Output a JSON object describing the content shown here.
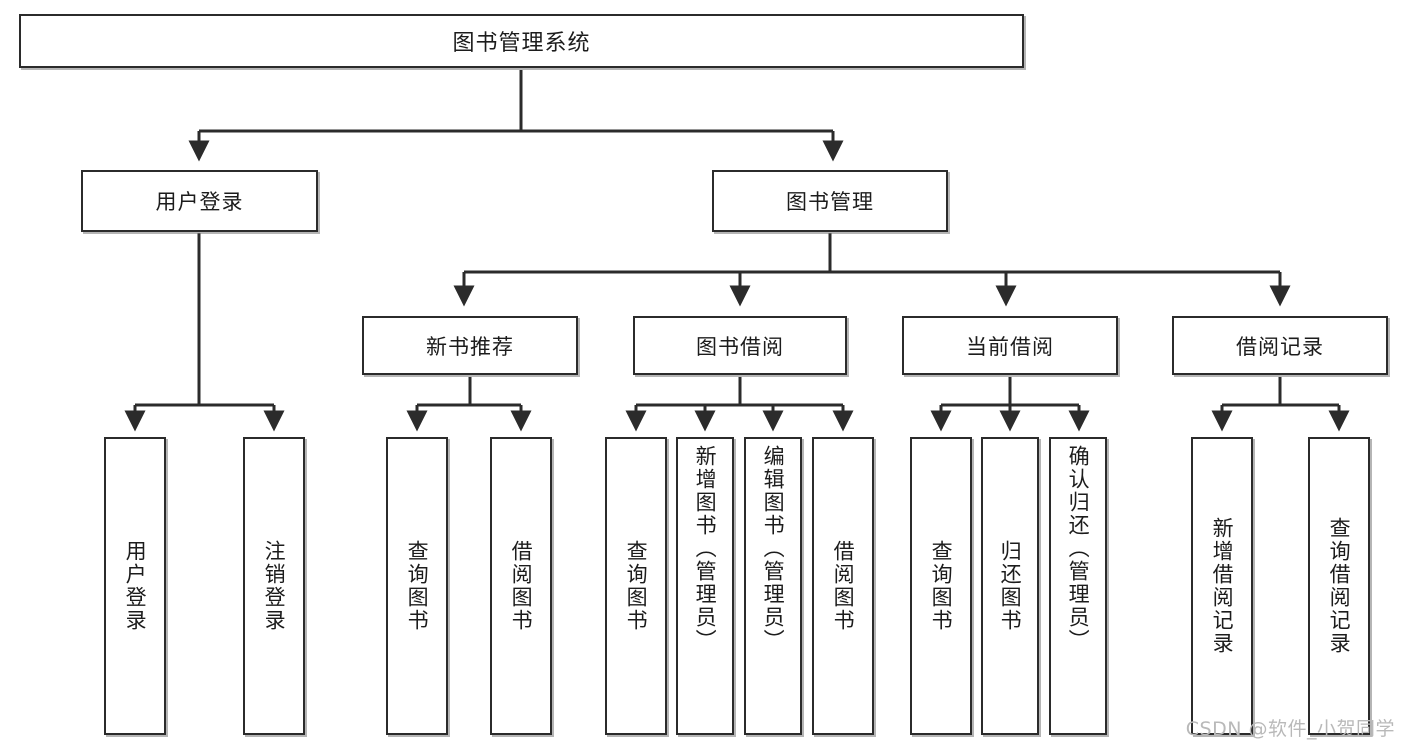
{
  "diagram": {
    "title": "图书管理系统",
    "type": "tree",
    "watermark": "CSDN @软件_小贺同学",
    "colors": {
      "box_border": "#2b2b2b",
      "box_fill": "#ffffff",
      "edge": "#2b2b2b",
      "text": "#1c1c1c",
      "watermark": "#b9b9b9"
    },
    "nodes": {
      "root": {
        "label": "图书管理系统",
        "level": 1,
        "orientation": "horizontal"
      },
      "l2": [
        {
          "id": "user-login",
          "label": "用户登录",
          "level": 2,
          "orientation": "horizontal"
        },
        {
          "id": "book-management",
          "label": "图书管理",
          "level": 2,
          "orientation": "horizontal"
        }
      ],
      "l3": [
        {
          "id": "new-book-recommend",
          "label": "新书推荐",
          "level": 3,
          "orientation": "horizontal",
          "parent": "book-management"
        },
        {
          "id": "book-borrow",
          "label": "图书借阅",
          "level": 3,
          "orientation": "horizontal",
          "parent": "book-management"
        },
        {
          "id": "current-borrow",
          "label": "当前借阅",
          "level": 3,
          "orientation": "horizontal",
          "parent": "book-management"
        },
        {
          "id": "borrow-record",
          "label": "借阅记录",
          "level": 3,
          "orientation": "horizontal",
          "parent": "book-management"
        }
      ],
      "leaves": [
        {
          "id": "leaf-user-login",
          "label": "用户登录",
          "parent": "user-login",
          "orientation": "vertical"
        },
        {
          "id": "leaf-logout-login",
          "label": "注销登录",
          "parent": "user-login",
          "orientation": "vertical"
        },
        {
          "id": "leaf-query-book-1",
          "label": "查询图书",
          "parent": "new-book-recommend",
          "orientation": "vertical"
        },
        {
          "id": "leaf-borrow-book-1",
          "label": "借阅图书",
          "parent": "new-book-recommend",
          "orientation": "vertical"
        },
        {
          "id": "leaf-query-book-2",
          "label": "查询图书",
          "parent": "book-borrow",
          "orientation": "vertical"
        },
        {
          "id": "leaf-add-book",
          "label": "新增图书（管理员）",
          "parent": "book-borrow",
          "orientation": "vertical"
        },
        {
          "id": "leaf-edit-book",
          "label": "编辑图书（管理员）",
          "parent": "book-borrow",
          "orientation": "vertical"
        },
        {
          "id": "leaf-borrow-book-2",
          "label": "借阅图书",
          "parent": "book-borrow",
          "orientation": "vertical"
        },
        {
          "id": "leaf-query-book-3",
          "label": "查询图书",
          "parent": "current-borrow",
          "orientation": "vertical"
        },
        {
          "id": "leaf-return-book",
          "label": "归还图书",
          "parent": "current-borrow",
          "orientation": "vertical"
        },
        {
          "id": "leaf-confirm-return",
          "label": "确认归还（管理员）",
          "parent": "current-borrow",
          "orientation": "vertical"
        },
        {
          "id": "leaf-add-record",
          "label": "新增借阅记录",
          "parent": "borrow-record",
          "orientation": "vertical"
        },
        {
          "id": "leaf-query-record",
          "label": "查询借阅记录",
          "parent": "borrow-record",
          "orientation": "vertical"
        }
      ]
    }
  }
}
